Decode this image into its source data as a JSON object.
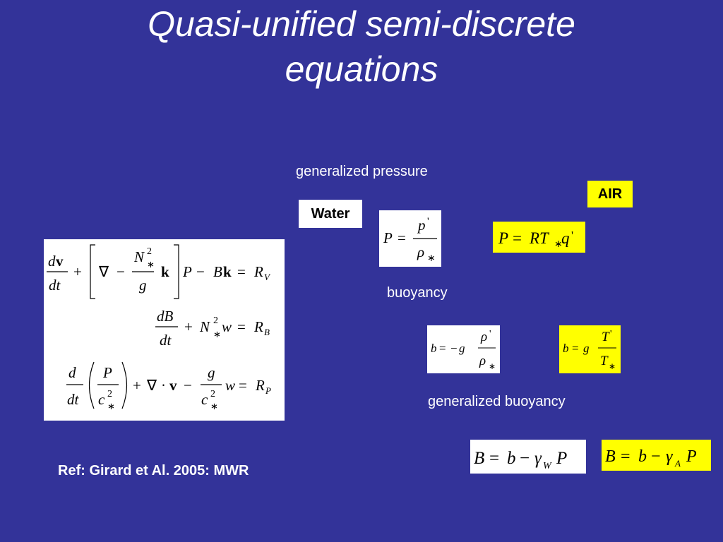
{
  "slide": {
    "title_line1": "Quasi-unified semi-discrete",
    "title_line2": "equations",
    "generalized_pressure": "generalized pressure",
    "buoyancy": "buoyancy",
    "generalized_buoyancy": "generalized buoyancy",
    "water_tag": "Water",
    "air_tag": "AIR",
    "reference": "Ref: Girard et Al. 2005: MWR"
  },
  "equations": {
    "pressure_water": "P = p' / ρ*",
    "pressure_air": "P = RT*q'",
    "buoyancy_water": "b = −g ρ' / ρ*",
    "buoyancy_air": "b = g T' / T*",
    "gen_buoyancy_water": "B = b − γ_W P",
    "gen_buoyancy_air": "B = b − γ_A P",
    "system": [
      "dv/dt + [∇ − N*²/g k] P − Bk = R_V",
      "dB/dt + N*² w = R_B",
      "d/dt (P/c*²) + ∇·v − g/c*² w = R_P"
    ]
  },
  "colors": {
    "background": "#333399",
    "text": "#ffffff",
    "highlight": "#ffff00",
    "box": "#ffffff"
  }
}
